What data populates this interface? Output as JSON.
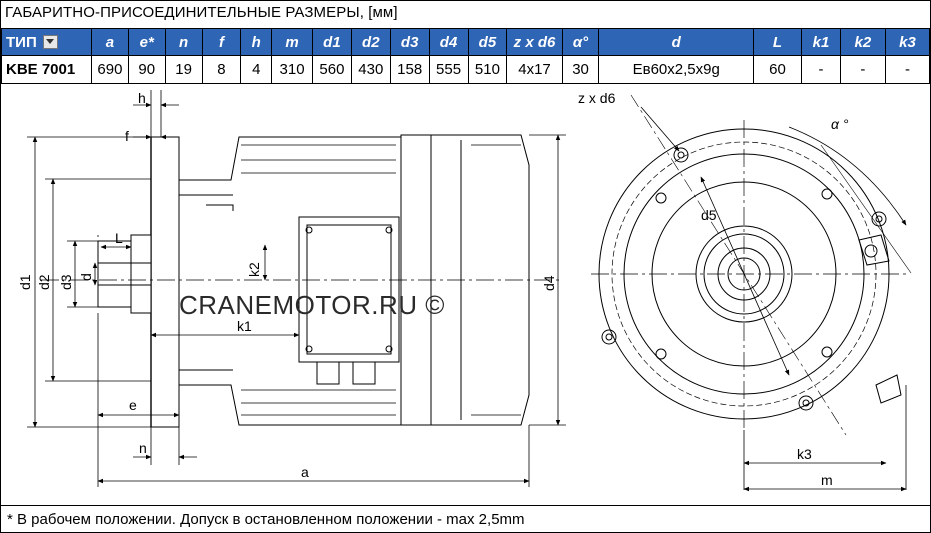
{
  "title": "ГАБАРИТНО-ПРИСОЕДИНИТЕЛЬНЫЕ РАЗМЕРЫ, [мм]",
  "table": {
    "headers": [
      "ТИП",
      "a",
      "e*",
      "n",
      "f",
      "h",
      "m",
      "d1",
      "d2",
      "d3",
      "d4",
      "d5",
      "z x d6",
      "α°",
      "d",
      "L",
      "k1",
      "k2",
      "k3"
    ],
    "row": [
      "KBE 7001",
      "690",
      "90",
      "19",
      "8",
      "4",
      "310",
      "560",
      "430",
      "158",
      "555",
      "510",
      "4x17",
      "30",
      "Ев60x2,5x9g",
      "60",
      "-",
      "-",
      "-"
    ]
  },
  "drawing": {
    "labels": {
      "h": "h",
      "f": "f",
      "L": "L",
      "d": "d",
      "d1": "d1",
      "d2": "d2",
      "d3": "d3",
      "d4": "d4",
      "e": "e",
      "n": "n",
      "a": "a",
      "k1": "k1",
      "k2": "k2",
      "zxd6": "z x d6",
      "d5": "d5",
      "alpha": "α °",
      "k3": "k3",
      "m": "m"
    },
    "watermark": "CRANEMOTOR.RU ©"
  },
  "footnote": "* В рабочем положении. Допуск в остановленном положении - max 2,5mm",
  "colors": {
    "header_bg": "#2e65b5",
    "header_text": "#ffffff",
    "line": "#000000"
  }
}
